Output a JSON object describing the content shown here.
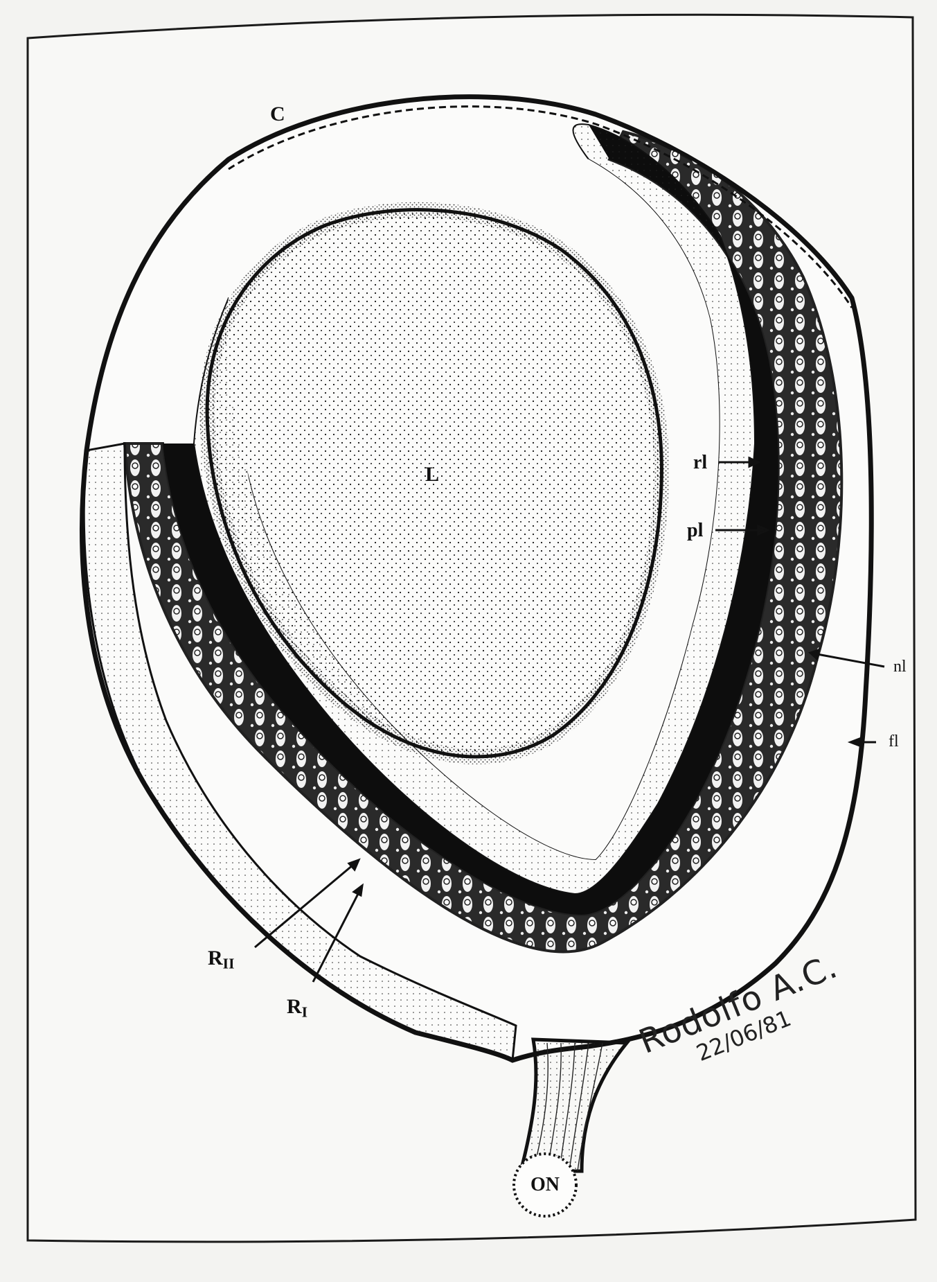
{
  "figure": {
    "labels": {
      "C": "C",
      "L": "L",
      "rl": "rl",
      "pl": "pl",
      "nl": "nl",
      "fl": "fl",
      "ON": "ON",
      "RII_base": "R",
      "RII_sub": "II",
      "RI_base": "R",
      "RI_sub": "I"
    },
    "signature": {
      "name": "Rodolfo A.C.",
      "date": "22/06/81"
    },
    "colors": {
      "ink": "#111111",
      "paper": "#f7f7f5",
      "background": "#f3f3f1"
    }
  }
}
